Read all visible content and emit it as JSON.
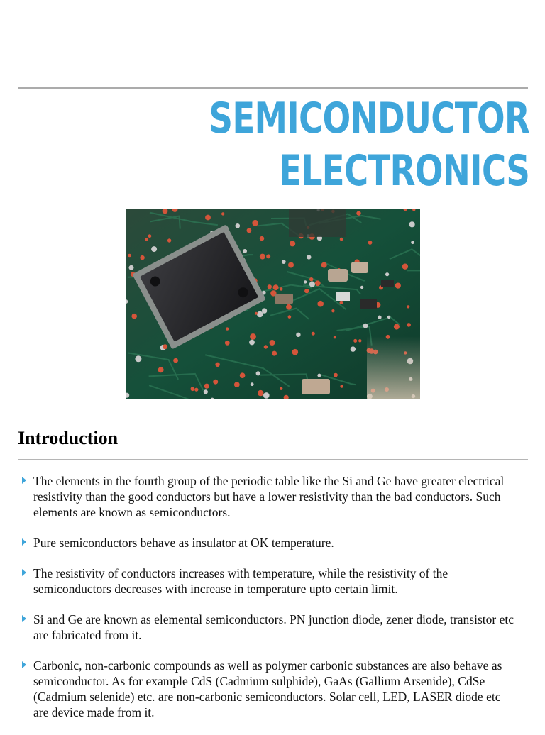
{
  "slide": {
    "title_lines": [
      "SEMICONDUCTOR",
      "ELECTRONICS"
    ],
    "image_icon": "circuit-board-photo",
    "section_heading": "Introduction",
    "accent_color": "#3ea5da",
    "bullet_icon": "triangle-right-icon",
    "bullets": [
      " The elements in the fourth group of the periodic table like the Si and Ge have greater electrical resistivity than the good conductors but have a lower resistivity than the bad conductors. Such elements are known as semiconductors.",
      " Pure semiconductors behave as insulator at OK temperature.",
      "The resistivity of conductors increases with temperature, while the resistivity of the semiconductors decreases with increase in temperature upto certain limit.",
      "Si and Ge are known as elemental semiconductors. PN junction diode, zener diode, transistor etc are fabricated from it.",
      "Carbonic, non-carbonic compounds as well as polymer carbonic substances are also behave as semiconductor. As for example CdS (Cadmium sulphide), GaAs (Gallium Arsenide), CdSe (Cadmium selenide) etc. are non-carbonic semiconductors. Solar cell, LED, LASER diode etc are device made from it."
    ]
  }
}
